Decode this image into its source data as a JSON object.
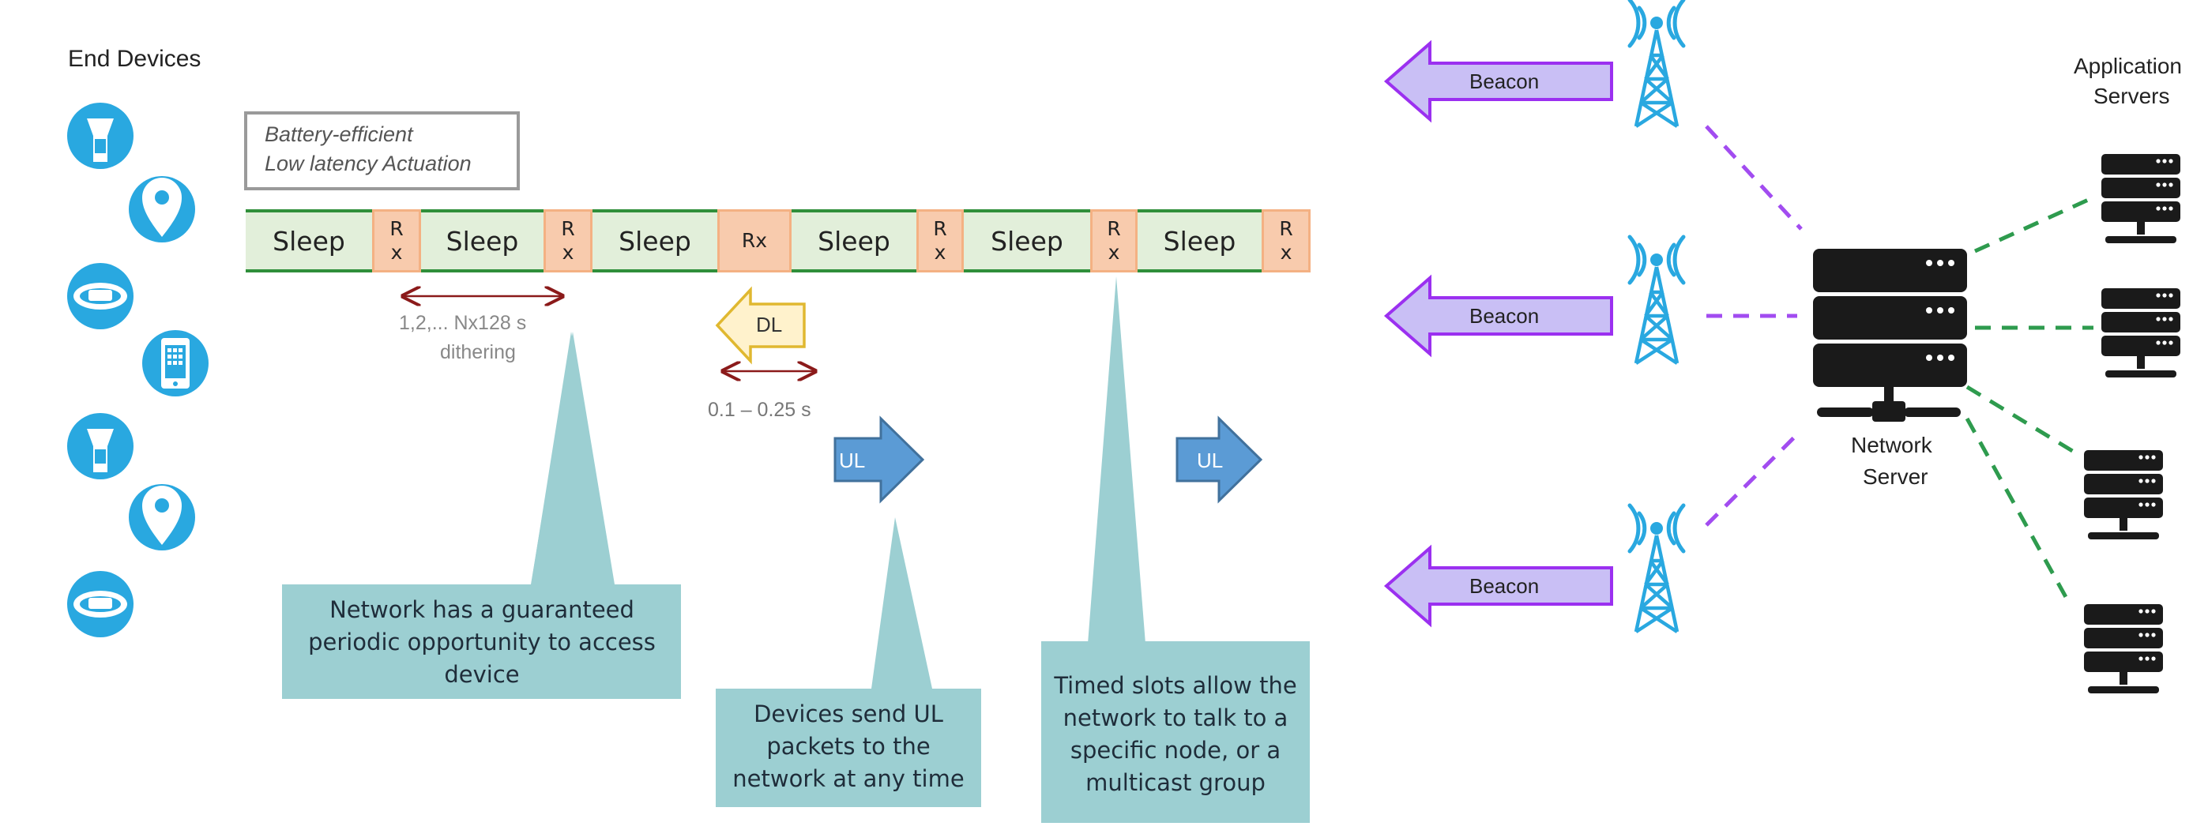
{
  "labels": {
    "end_devices": "End Devices",
    "application_servers_line1": "Application",
    "application_servers_line2": "Servers",
    "network_server_line1": "Network",
    "network_server_line2": "Server",
    "legend_line1": "Battery-efficient",
    "legend_line2": "Low latency Actuation",
    "dithering_line1": "1,2,... Nx128 s",
    "dithering_line2": "dithering",
    "dl_window": "0.1 – 0.25 s",
    "dl_arrow": "DL",
    "ul_arrow_1": "UL",
    "ul_arrow_2": "UL"
  },
  "timeline": [
    {
      "kind": "sleep",
      "label": "Sleep"
    },
    {
      "kind": "rx",
      "label_top": "R",
      "label_bottom": "x"
    },
    {
      "kind": "sleep",
      "label": "Sleep"
    },
    {
      "kind": "rx",
      "label_top": "R",
      "label_bottom": "x"
    },
    {
      "kind": "sleep",
      "label": "Sleep"
    },
    {
      "kind": "rx",
      "label": "Rx"
    },
    {
      "kind": "sleep",
      "label": "Sleep"
    },
    {
      "kind": "rx",
      "label_top": "R",
      "label_bottom": "x"
    },
    {
      "kind": "sleep",
      "label": "Sleep"
    },
    {
      "kind": "rx",
      "label_top": "R",
      "label_bottom": "x"
    },
    {
      "kind": "sleep",
      "label": "Sleep"
    },
    {
      "kind": "rx",
      "label_top": "R",
      "label_bottom": "x"
    }
  ],
  "callouts": {
    "network_access": "Network has a guaranteed periodic opportunity to access device",
    "uplink": "Devices send UL packets to the network at any time",
    "timed_slots": "Timed slots allow the network to talk to a specific node, or a multicast group"
  },
  "beacons": [
    "Beacon",
    "Beacon",
    "Beacon"
  ],
  "end_device_icons": [
    "flashlight-icon",
    "location-pin-icon",
    "wristband-icon",
    "phone-icon",
    "flashlight-icon",
    "location-pin-icon",
    "wristband-icon"
  ],
  "colors": {
    "device_blue": "#29a8e0",
    "sleep_fill": "#e2efda",
    "sleep_border": "#2f8f3a",
    "rx_fill": "#f8cbad",
    "callout_fill": "#9ccfd2",
    "beacon_fill": "#c9bff5",
    "beacon_border": "#9b30f0",
    "ul_fill": "#5b9bd5",
    "dl_fill": "#fff2cc",
    "dl_border": "#e0b830",
    "purple_link": "#a24cf0",
    "green_link": "#2e9b4e",
    "server_dark": "#1a1a1a"
  }
}
